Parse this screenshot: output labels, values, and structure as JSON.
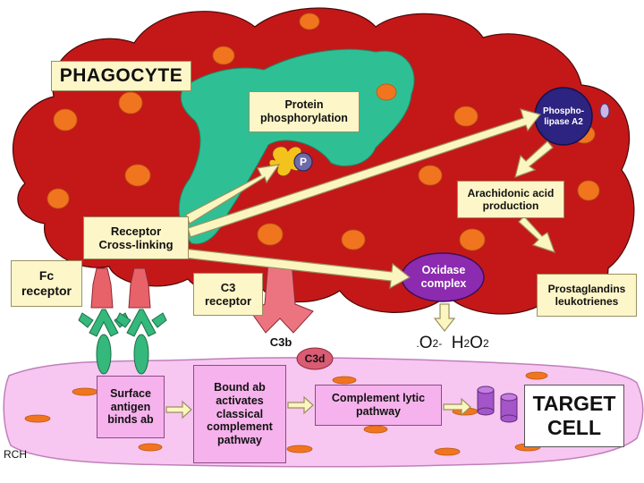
{
  "title": "PHAGOCYTE",
  "labels": {
    "protein_phos": "Protein\nphosphorylation",
    "phospholipase": "Phospho-\nlipase A2",
    "p_marker": "P",
    "arachidonic": "Arachidonic acid\nproduction",
    "receptor_cross": "Receptor\nCross-linking",
    "fc_receptor": "Fc\nreceptor",
    "c3_receptor": "C3\nreceptor",
    "oxidase": "Oxidase\ncomplex",
    "prostaglandins": "Prostaglandins\nleukotrienes",
    "c3b": "C3b",
    "c3d": "C3d",
    "surface_antigen": "Surface\nantigen\nbinds ab",
    "bound_ab": "Bound ab\nactivates\nclassical\ncomplement\npathway",
    "complement_lytic": "Complement lytic\npathway",
    "target_cell": "TARGET\nCELL",
    "credit": "RCH"
  },
  "colors": {
    "phagocyte": "#c41818",
    "phagocyte_outline": "#4a0808",
    "nucleus": "#2fbf95",
    "granule": "#f0751e",
    "target_membrane": "#f7c6f1",
    "arrow_fill": "#fbf5c0",
    "oxidase": "#8c2ab0",
    "phospholipase": "#2d2380",
    "receptor": "#e8626a",
    "antibody": "#34b87b"
  }
}
